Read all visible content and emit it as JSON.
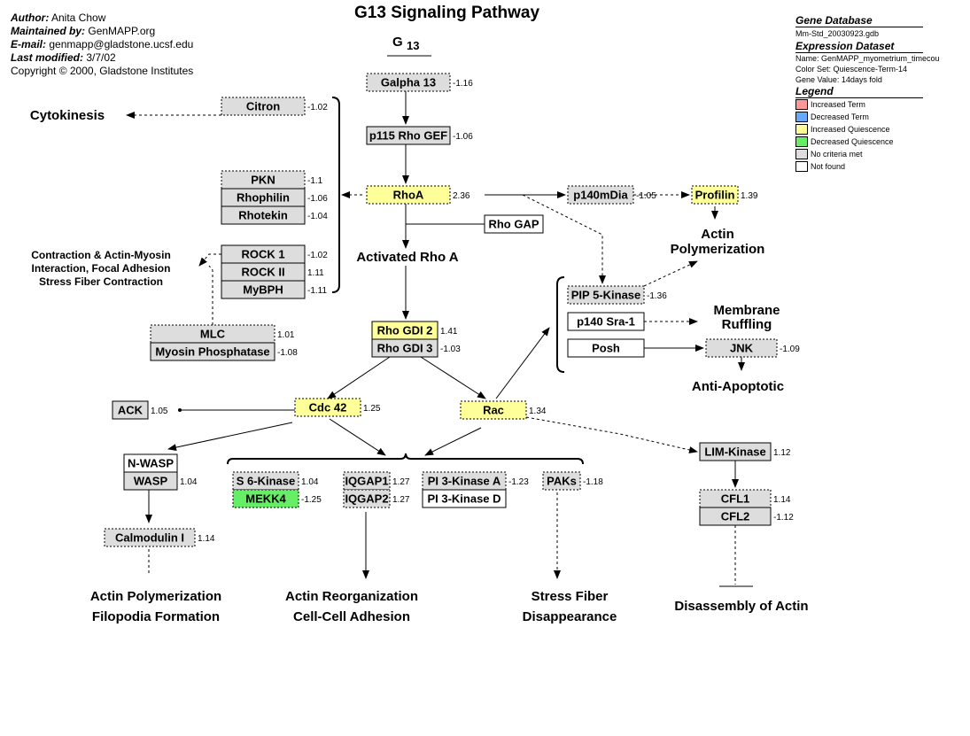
{
  "title": "G13 Signaling Pathway",
  "g13_label": "G",
  "g13_sub": "13",
  "info": [
    {
      "key": "Author:",
      "value": "Anita Chow"
    },
    {
      "key": "Maintained by:",
      "value": "GenMAPP.org"
    },
    {
      "key": "E-mail:",
      "value": "genmapp@gladstone.ucsf.edu"
    },
    {
      "key": "Last modified:",
      "value": "3/7/02"
    },
    {
      "key": "",
      "value": "Copyright © 2000, Gladstone Institutes"
    }
  ],
  "legend": {
    "gene_db_title": "Gene Database",
    "gene_db": "Mm-Std_20030923.gdb",
    "expr_title": "Expression Dataset",
    "expr_name": "Name: GenMAPP_myometrium_timecou",
    "expr_colorset": "Color Set: Quiescence-Term-14",
    "expr_value": "Gene Value: 14days fold",
    "legend_title": "Legend",
    "items": [
      {
        "label": "Increased Term",
        "color": "#ff9999"
      },
      {
        "label": "Decreased Term",
        "color": "#66aaff"
      },
      {
        "label": "Increased Quiescence",
        "color": "#ffff99"
      },
      {
        "label": "Decreased Quiescence",
        "color": "#66ee66"
      },
      {
        "label": "No criteria met",
        "color": "#dddddd"
      },
      {
        "label": "Not found",
        "color": "#ffffff"
      }
    ]
  },
  "genes": [
    {
      "id": "galpha13",
      "label": "Galpha 13",
      "value": "-1.16",
      "status": "nc"
    },
    {
      "id": "p115",
      "label": "p115 Rho GEF",
      "value": "-1.06",
      "status": "nc"
    },
    {
      "id": "rhoa",
      "label": "RhoA",
      "value": "2.36",
      "status": "iq"
    },
    {
      "id": "citron",
      "label": "Citron",
      "value": "-1.02",
      "status": "nc"
    },
    {
      "id": "pkn",
      "label": "PKN",
      "value": "-1.1",
      "status": "nc"
    },
    {
      "id": "rhophilin",
      "label": "Rhophilin",
      "value": "-1.06",
      "status": "nc"
    },
    {
      "id": "rhotekin",
      "label": "Rhotekin",
      "value": "-1.04",
      "status": "nc"
    },
    {
      "id": "rock1",
      "label": "ROCK 1",
      "value": "-1.02",
      "status": "nc"
    },
    {
      "id": "rock2",
      "label": "ROCK II",
      "value": "1.11",
      "status": "nc"
    },
    {
      "id": "mybph",
      "label": "MyBPH",
      "value": "-1.11",
      "status": "nc"
    },
    {
      "id": "mlc",
      "label": "MLC",
      "value": "1.01",
      "status": "nc"
    },
    {
      "id": "myophos",
      "label": "Myosin Phosphatase",
      "value": "-1.08",
      "status": "nc"
    },
    {
      "id": "rhogap",
      "label": "Rho GAP",
      "value": "",
      "status": "nf"
    },
    {
      "id": "p140mdia",
      "label": "p140mDia",
      "value": "-1.05",
      "status": "nc"
    },
    {
      "id": "profilin",
      "label": "Profilin",
      "value": "1.39",
      "status": "iq"
    },
    {
      "id": "pip5k",
      "label": "PIP 5-Kinase",
      "value": "-1.36",
      "status": "nc"
    },
    {
      "id": "p140sra",
      "label": "p140 Sra-1",
      "value": "",
      "status": "nf"
    },
    {
      "id": "posh",
      "label": "Posh",
      "value": "",
      "status": "nf"
    },
    {
      "id": "jnk",
      "label": "JNK",
      "value": "-1.09",
      "status": "nc"
    },
    {
      "id": "rhogdi2",
      "label": "Rho GDI 2",
      "value": "1.41",
      "status": "iq"
    },
    {
      "id": "rhogdi3",
      "label": "Rho GDI 3",
      "value": "-1.03",
      "status": "nc"
    },
    {
      "id": "ack",
      "label": "ACK",
      "value": "1.05",
      "status": "nc"
    },
    {
      "id": "cdc42",
      "label": "Cdc 42",
      "value": "1.25",
      "status": "iq"
    },
    {
      "id": "rac",
      "label": "Rac",
      "value": "1.34",
      "status": "iq"
    },
    {
      "id": "nwasp",
      "label": "N-WASP",
      "value": "",
      "status": "nf"
    },
    {
      "id": "wasp",
      "label": "WASP",
      "value": "1.04",
      "status": "nc"
    },
    {
      "id": "calmodulin",
      "label": "Calmodulin I",
      "value": "1.14",
      "status": "nc"
    },
    {
      "id": "s6k",
      "label": "S 6-Kinase",
      "value": "1.04",
      "status": "nc"
    },
    {
      "id": "mekk4",
      "label": "MEKK4",
      "value": "-1.25",
      "status": "dq"
    },
    {
      "id": "iqgap1",
      "label": "IQGAP1",
      "value": "1.27",
      "status": "nc"
    },
    {
      "id": "iqgap2",
      "label": "IQGAP2",
      "value": "1.27",
      "status": "nc"
    },
    {
      "id": "pi3ka",
      "label": "PI 3-Kinase A",
      "value": "-1.23",
      "status": "nc"
    },
    {
      "id": "pi3kd",
      "label": "PI 3-Kinase D",
      "value": "",
      "status": "nf"
    },
    {
      "id": "paks",
      "label": "PAKs",
      "value": "-1.18",
      "status": "nc"
    },
    {
      "id": "limk",
      "label": "LIM-Kinase",
      "value": "1.12",
      "status": "nc"
    },
    {
      "id": "cfl1",
      "label": "CFL1",
      "value": "1.14",
      "status": "nc"
    },
    {
      "id": "cfl2",
      "label": "CFL2",
      "value": "-1.12",
      "status": "nc"
    }
  ],
  "labels": [
    {
      "id": "cytokinesis",
      "lines": [
        "Cytokinesis"
      ]
    },
    {
      "id": "contraction",
      "lines": [
        "Contraction & Actin-Myosin",
        "Interaction, Focal Adhesion",
        "Stress Fiber Contraction"
      ]
    },
    {
      "id": "activated_rhoa",
      "lines": [
        "Activated Rho A"
      ]
    },
    {
      "id": "actin_poly_top",
      "lines": [
        "Actin",
        "Polymerization"
      ]
    },
    {
      "id": "membrane_ruffling",
      "lines": [
        "Membrane",
        "Ruffling"
      ]
    },
    {
      "id": "anti_apoptotic",
      "lines": [
        "Anti-Apoptotic"
      ]
    },
    {
      "id": "actin_poly_bottom",
      "lines": [
        "Actin Polymerization",
        "Filopodia Formation"
      ]
    },
    {
      "id": "actin_reorg",
      "lines": [
        "Actin Reorganization",
        "Cell-Cell Adhesion"
      ]
    },
    {
      "id": "stress_fiber",
      "lines": [
        "Stress Fiber",
        "Disappearance"
      ]
    },
    {
      "id": "disassembly",
      "lines": [
        "Disassembly of Actin"
      ]
    }
  ]
}
